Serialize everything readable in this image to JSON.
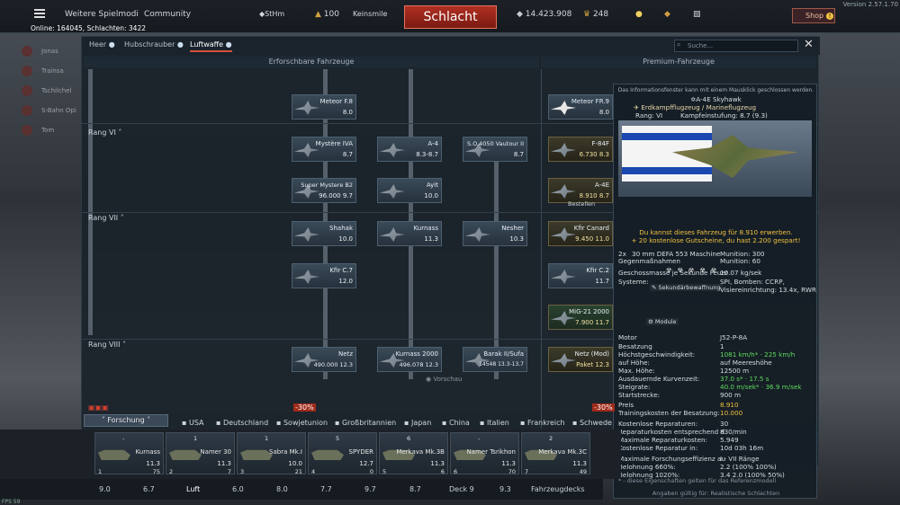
{
  "top": {
    "menu_items": [
      "Weitere Spielmodi",
      "Community"
    ],
    "player_rank": "StHm",
    "eagles_label": "100",
    "keinsmile": "Keinsmile",
    "battle": "Schlacht",
    "silver": "14.423.908",
    "gold": "248",
    "shop": "Shop",
    "version": "Version 2.57.1.70",
    "online": "Online: 164045, Schlachten: 3422"
  },
  "sidebar": [
    "Jonas",
    "Trainsa",
    "Tschilchel",
    "S-Bahn Opi",
    "Tom"
  ],
  "tabs": {
    "heer": "Heer",
    "heli": "Hubschrauber",
    "air": "Luftwaffe",
    "search_placeholder": "Suche..."
  },
  "sections": {
    "research": "Erforschbare Fahrzeuge",
    "premium": "Premium-Fahrzeuge"
  },
  "ranks": [
    "Rang VI",
    "Rang VII",
    "Rang VIII"
  ],
  "cards": [
    {
      "name": "Meteor F.8",
      "br": "8.0"
    },
    {
      "name": "Mystère IVA",
      "br": "8.7"
    },
    {
      "name": "A-4",
      "br": "8.3-8.7"
    },
    {
      "name": "S.O.4050 Vautour II",
      "br": "8.7"
    },
    {
      "name": "Super Mystere B2",
      "br": "96.000 9.7"
    },
    {
      "name": "Ayit",
      "br": "10.0"
    },
    {
      "name": "Shahak",
      "br": "10.0"
    },
    {
      "name": "Kurnass",
      "br": "11.3"
    },
    {
      "name": "Nesher",
      "br": "10.3"
    },
    {
      "name": "Kfir C.7",
      "br": "12.0"
    },
    {
      "name": "Netz",
      "br": "490.000 12.3"
    },
    {
      "name": "Kurnass 2000",
      "br": "496.078 12.3"
    },
    {
      "name": "Barak II/Sufa",
      "br": "14548 13.3-13.7"
    }
  ],
  "premium": [
    {
      "name": "Meteor FR.9",
      "br": "8.0"
    },
    {
      "name": "F-84F",
      "br": "6.730 8.3"
    },
    {
      "name": "A-4E",
      "br": "8.910 8.7"
    },
    {
      "name": "Kfir Canard",
      "br": "9.450 11.0"
    },
    {
      "name": "Kfir C.2",
      "br": "11.7"
    },
    {
      "name": "MiG-21 2000",
      "br": "7.900 11.7"
    },
    {
      "name": "Netz (Mod)",
      "br": "Paket 12.3"
    }
  ],
  "bestellen": "Bestellen",
  "vorschau": "Vorschau",
  "info": {
    "hint": "Das Informationsfenster kann mit einem Mausklick geschlossen werden.",
    "name": "A-4E Skyhawk",
    "type": "Erdkampfflugzeug / Marineflugzeug",
    "rank": "Rang: VI",
    "br": "Kampfeinstufung: 8.7 (9.3)",
    "buy1": "Du kannst dieses Fahrzeug für 8.910 erwerben.",
    "buy2": "+ 20 kostenlose Gutscheine, du hast 2.200 gespart!",
    "weapon_count": "2x",
    "weapon": "30 mm DEFA 553 Maschine",
    "ammo1": "Munition: 300",
    "counter": "Gegenmaßnahmen",
    "ammo2": "Munition: 60",
    "secondary": "Sekundärbewaffnung",
    "module": "Module",
    "rows": [
      [
        "Geschossmasse je Sekunde Feuer",
        "10.07 kg/sek"
      ],
      [
        "Systeme:",
        "SPI, Bomben: CCRP,"
      ],
      [
        "",
        "Visiereinrichtung: 13.4x, RWR"
      ],
      [
        "Motor",
        "J52-P-8A"
      ],
      [
        "Besatzung",
        "1"
      ],
      [
        "Höchstgeschwindigkeit:",
        "1081 km/h* · 225 km/h"
      ],
      [
        "auf Höhe:",
        "auf Meereshöhe"
      ],
      [
        "Max. Höhe:",
        "12500 m"
      ],
      [
        "Ausdauernde Kurvenzeit:",
        "37.0 s* · 17.5 s"
      ],
      [
        "Steigrate:",
        "40.0 m/sek* · 36.9 m/sek"
      ],
      [
        "Startstrecke:",
        "900 m"
      ],
      [
        "Preis",
        "8.910"
      ],
      [
        "Trainingskosten der Besatzung:",
        "10.000"
      ],
      [
        "Kostenlose Reparaturen:",
        "30"
      ],
      [
        "Reparaturkosten entsprechend d",
        "830/min"
      ],
      [
        "Maximale Reparaturkosten:",
        "5.949"
      ],
      [
        "Kostenlose Reparatur in:",
        "10d 03h 16m"
      ],
      [
        "Maximale Forschungseffizienz au",
        "I - VII Ränge"
      ],
      [
        "Belohnung 660%:",
        "2.2 (100% 100%)"
      ],
      [
        "Belohnung 1020%:",
        "3.4 2.0 (100% 50%)"
      ]
    ],
    "note": "* - diese Eigenschaften gelten für das Referenzmodell",
    "footer": "Angaben gültig für: Realistische Schlachten"
  },
  "flags": {
    "research": "Forschung",
    "countries": [
      "USA",
      "Deutschland",
      "Sowjetunion",
      "Großbritannien",
      "Japan",
      "China",
      "Italien",
      "Frankreich",
      "Schwede"
    ],
    "discounts": [
      "-30%",
      "-30%"
    ]
  },
  "crew": [
    {
      "name": "Kurnass",
      "br": "11.3",
      "crew": "1",
      "num": "75"
    },
    {
      "name": "Namer 30",
      "br": "11.3",
      "crew": "2",
      "num": "7"
    },
    {
      "name": "Sabra Mk.I",
      "br": "10.0",
      "crew": "3",
      "num": "21"
    },
    {
      "name": "SPYDER",
      "br": "12.7",
      "crew": "4",
      "num": "0"
    },
    {
      "name": "Merkava Mk.3B",
      "br": "11.3",
      "crew": "5",
      "num": "6"
    },
    {
      "name": "Namer Tsrikhon",
      "br": "11.3",
      "crew": "6",
      "num": "70"
    },
    {
      "name": "Merkava Mk.3C",
      "br": "11.3",
      "crew": "7",
      "num": "49"
    }
  ],
  "crew_top": [
    "-",
    "1",
    "1",
    "5",
    "6",
    "-",
    "2"
  ],
  "bottom": [
    "9.0",
    "6.7",
    "Luft",
    "6.0",
    "8.0",
    "7.7",
    "9.7",
    "8.7",
    "Deck 9",
    "9.3",
    "Fahrzeugdecks"
  ],
  "fps": "FPS 59"
}
